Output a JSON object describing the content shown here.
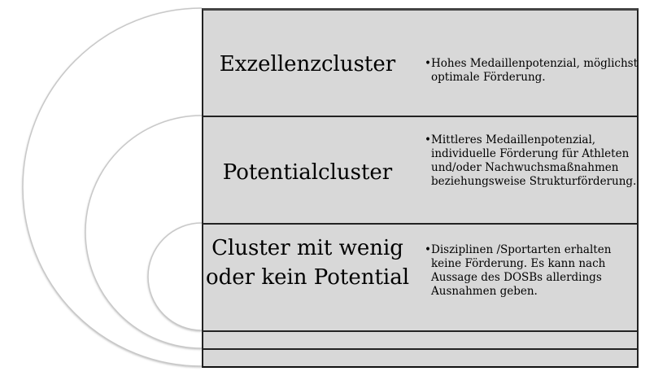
{
  "diagram": {
    "type": "nested-cluster-diagram",
    "colors": {
      "row_fill": "#d8d8d8",
      "border": "#222222",
      "arc": "#c4c4c4"
    },
    "rows": [
      {
        "title": "Exzellenzcluster",
        "bullet": "•",
        "description": "Hohes Medaillenpotenzial, möglichst optimale Förderung."
      },
      {
        "title": "Potentialcluster",
        "bullet": "•",
        "description": "Mittleres Medaillenpotenzial, individuelle Förderung für Athleten und/oder Nachwuchsmaßnahmen beziehungsweise Strukturförderung."
      },
      {
        "title": "Cluster mit wenig oder kein Potential",
        "bullet": "•",
        "description": "Disziplinen /Sportarten erhalten keine Förderung. Es kann nach Aussage des DOSBs allerdings Ausnahmen geben."
      },
      {
        "title": "",
        "description": ""
      },
      {
        "title": "",
        "description": ""
      }
    ]
  }
}
